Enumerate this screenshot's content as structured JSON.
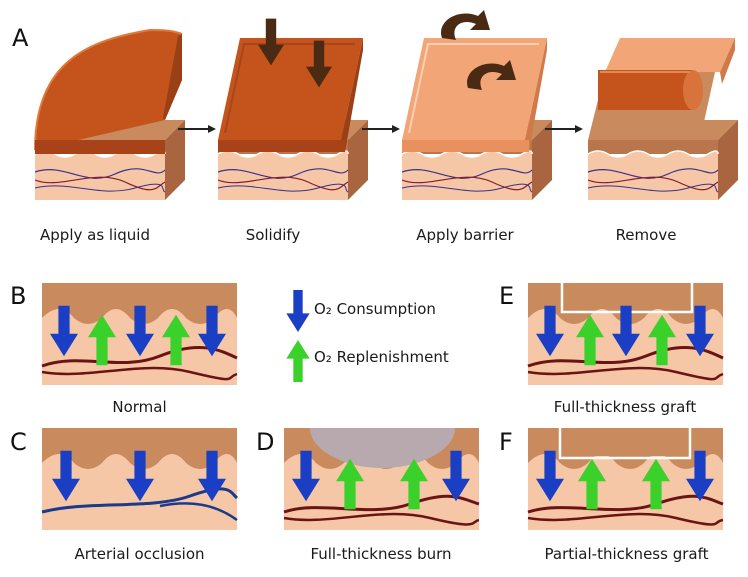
{
  "panel_a": {
    "letter": "A",
    "steps": [
      {
        "label": "Apply as liquid"
      },
      {
        "label": "Solidify"
      },
      {
        "label": "Apply barrier"
      },
      {
        "label": "Remove"
      }
    ]
  },
  "legend": {
    "consumption": "O₂ Consumption",
    "replenishment": "O₂ Replenishment"
  },
  "panels": [
    {
      "letter": "B",
      "caption": "Normal"
    },
    {
      "letter": "C",
      "caption": "Arterial occlusion"
    },
    {
      "letter": "D",
      "caption": "Full-thickness burn"
    },
    {
      "letter": "E",
      "caption": "Full-thickness graft"
    },
    {
      "letter": "F",
      "caption": "Partial-thickness graft"
    }
  ],
  "colors": {
    "consumption_arrow": "#1a3fc4",
    "replenishment_arrow": "#3ad12a",
    "tissue": "#f3bf98",
    "dermis": "#c98a5e",
    "vessel": "#6a1414",
    "occluded_vessel": "#1a3a8a",
    "burn": "#b7a9ad",
    "dressing": "#c4541c"
  }
}
